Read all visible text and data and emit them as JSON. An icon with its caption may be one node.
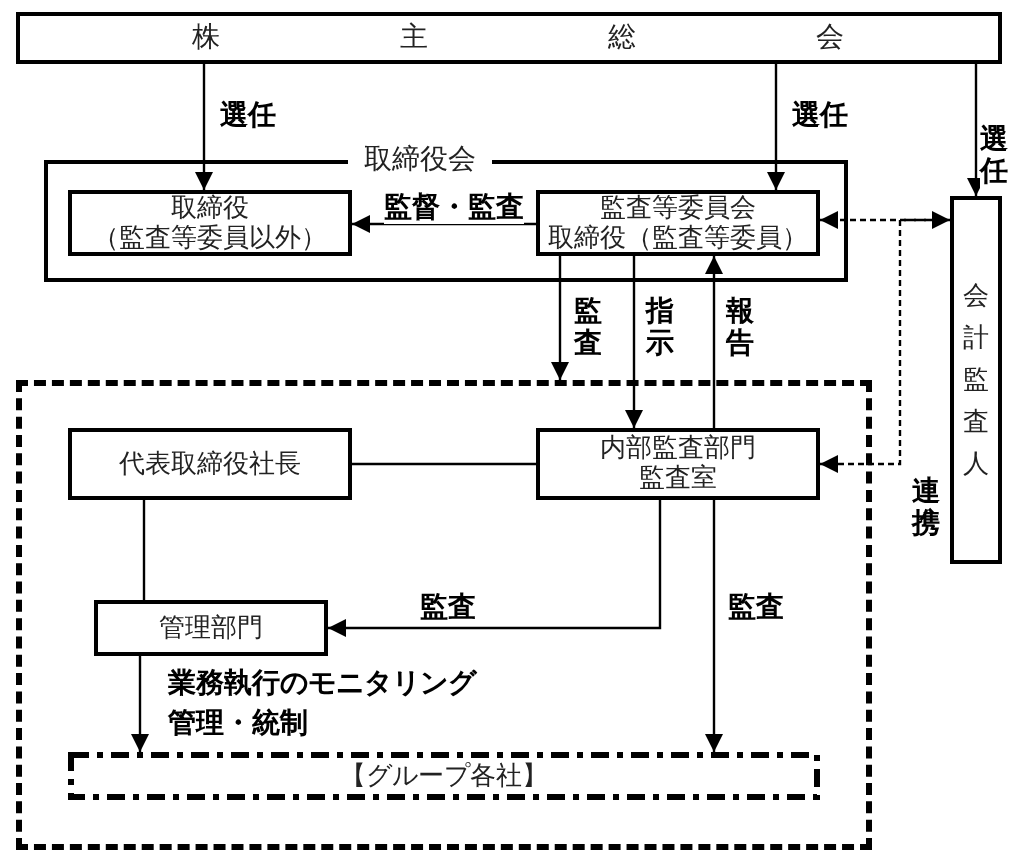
{
  "diagram": {
    "nodes": [
      {
        "text": [
          "株主総会"
        ]
      },
      {
        "text": [
          "取締役会"
        ]
      },
      {
        "text": [
          "取締役",
          "（監査等委員以外）"
        ],
        "in": 1
      },
      {
        "text": [
          "監査等委員会",
          "取締役（監査等委員）"
        ],
        "in": 1
      },
      {
        "text": [
          "会計監査人"
        ]
      },
      {
        "text": [],
        "shape": "box"
      },
      {
        "text": [
          "代表取締役社長"
        ],
        "in": 5
      },
      {
        "text": [
          "内部監査部門",
          "監査室"
        ],
        "in": 5
      },
      {
        "text": [
          "管理部門"
        ],
        "in": 5
      },
      {
        "text": [
          "【グループ各社】"
        ],
        "in": 5
      }
    ],
    "edges": [
      {
        "from": 0,
        "to": 2,
        "arrow": "to",
        "label": "選任"
      },
      {
        "from": 0,
        "to": 3,
        "arrow": "to",
        "label": "選任"
      },
      {
        "from": 0,
        "to": 4,
        "arrow": "to",
        "label": "選任"
      },
      {
        "from": 3,
        "to": 2,
        "arrow": "to",
        "label": "監督・監査"
      },
      {
        "from": 3,
        "to": 4,
        "arrow": "both",
        "style": "dashed"
      },
      {
        "from": 4,
        "to": 7,
        "arrow": "to",
        "style": "dashed",
        "label": "連携"
      },
      {
        "from": 3,
        "to": 5,
        "arrow": "to",
        "label": "監査"
      },
      {
        "from": 3,
        "to": 7,
        "arrow": "to",
        "label": "指示"
      },
      {
        "from": 7,
        "to": 3,
        "arrow": "to",
        "label": "報告"
      },
      {
        "from": 6,
        "to": 7,
        "arrow": "none"
      },
      {
        "from": 6,
        "to": 8,
        "arrow": "none"
      },
      {
        "from": 7,
        "to": 8,
        "arrow": "to",
        "label": "監査"
      },
      {
        "from": 7,
        "to": 9,
        "arrow": "to",
        "label": "監査"
      },
      {
        "from": 8,
        "to": 9,
        "arrow": "to"
      }
    ],
    "labels": [
      "業務執行のモニタリング",
      "管理・統制"
    ]
  }
}
